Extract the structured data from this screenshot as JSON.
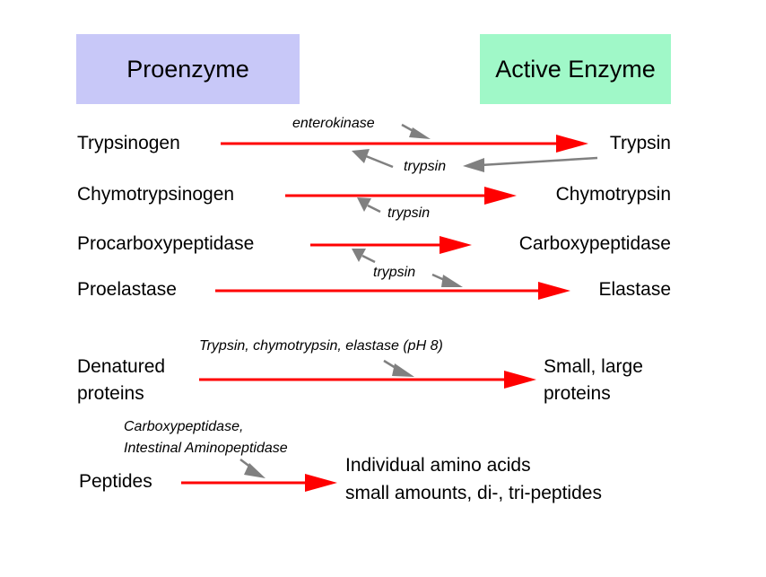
{
  "headers": {
    "proenzyme": "Proenzyme",
    "active_enzyme": "Active Enzyme"
  },
  "reactions": [
    {
      "from": "Trypsinogen",
      "to": "Trypsin"
    },
    {
      "from": "Chymotrypsinogen",
      "to": "Chymotrypsin"
    },
    {
      "from": "Procarboxypeptidase",
      "to": "Carboxypeptidase"
    },
    {
      "from": "Proelastase",
      "to": "Elastase"
    }
  ],
  "enzymes": {
    "enterokinase": "enterokinase",
    "trypsin_1": "trypsin",
    "trypsin_2": "trypsin",
    "trypsin_3": "trypsin",
    "protein_digestion": "Trypsin, chymotrypsin, elastase (pH 8)",
    "peptidase_line1": "Carboxypeptidase,",
    "peptidase_line2": "Intestinal Aminopeptidase"
  },
  "digestion": {
    "substrate_line1": "Denatured",
    "substrate_line2": "proteins",
    "product_line1": "Small, large",
    "product_line2": "proteins",
    "peptides": "Peptides",
    "amino_line1": "Individual amino acids",
    "amino_line2": "small amounts, di-, tri-peptides"
  },
  "colors": {
    "proenzyme_box": "#c8c8f8",
    "active_box": "#a0f8c8",
    "main_arrow": "#ff0000",
    "enzyme_arrow": "#808080"
  }
}
